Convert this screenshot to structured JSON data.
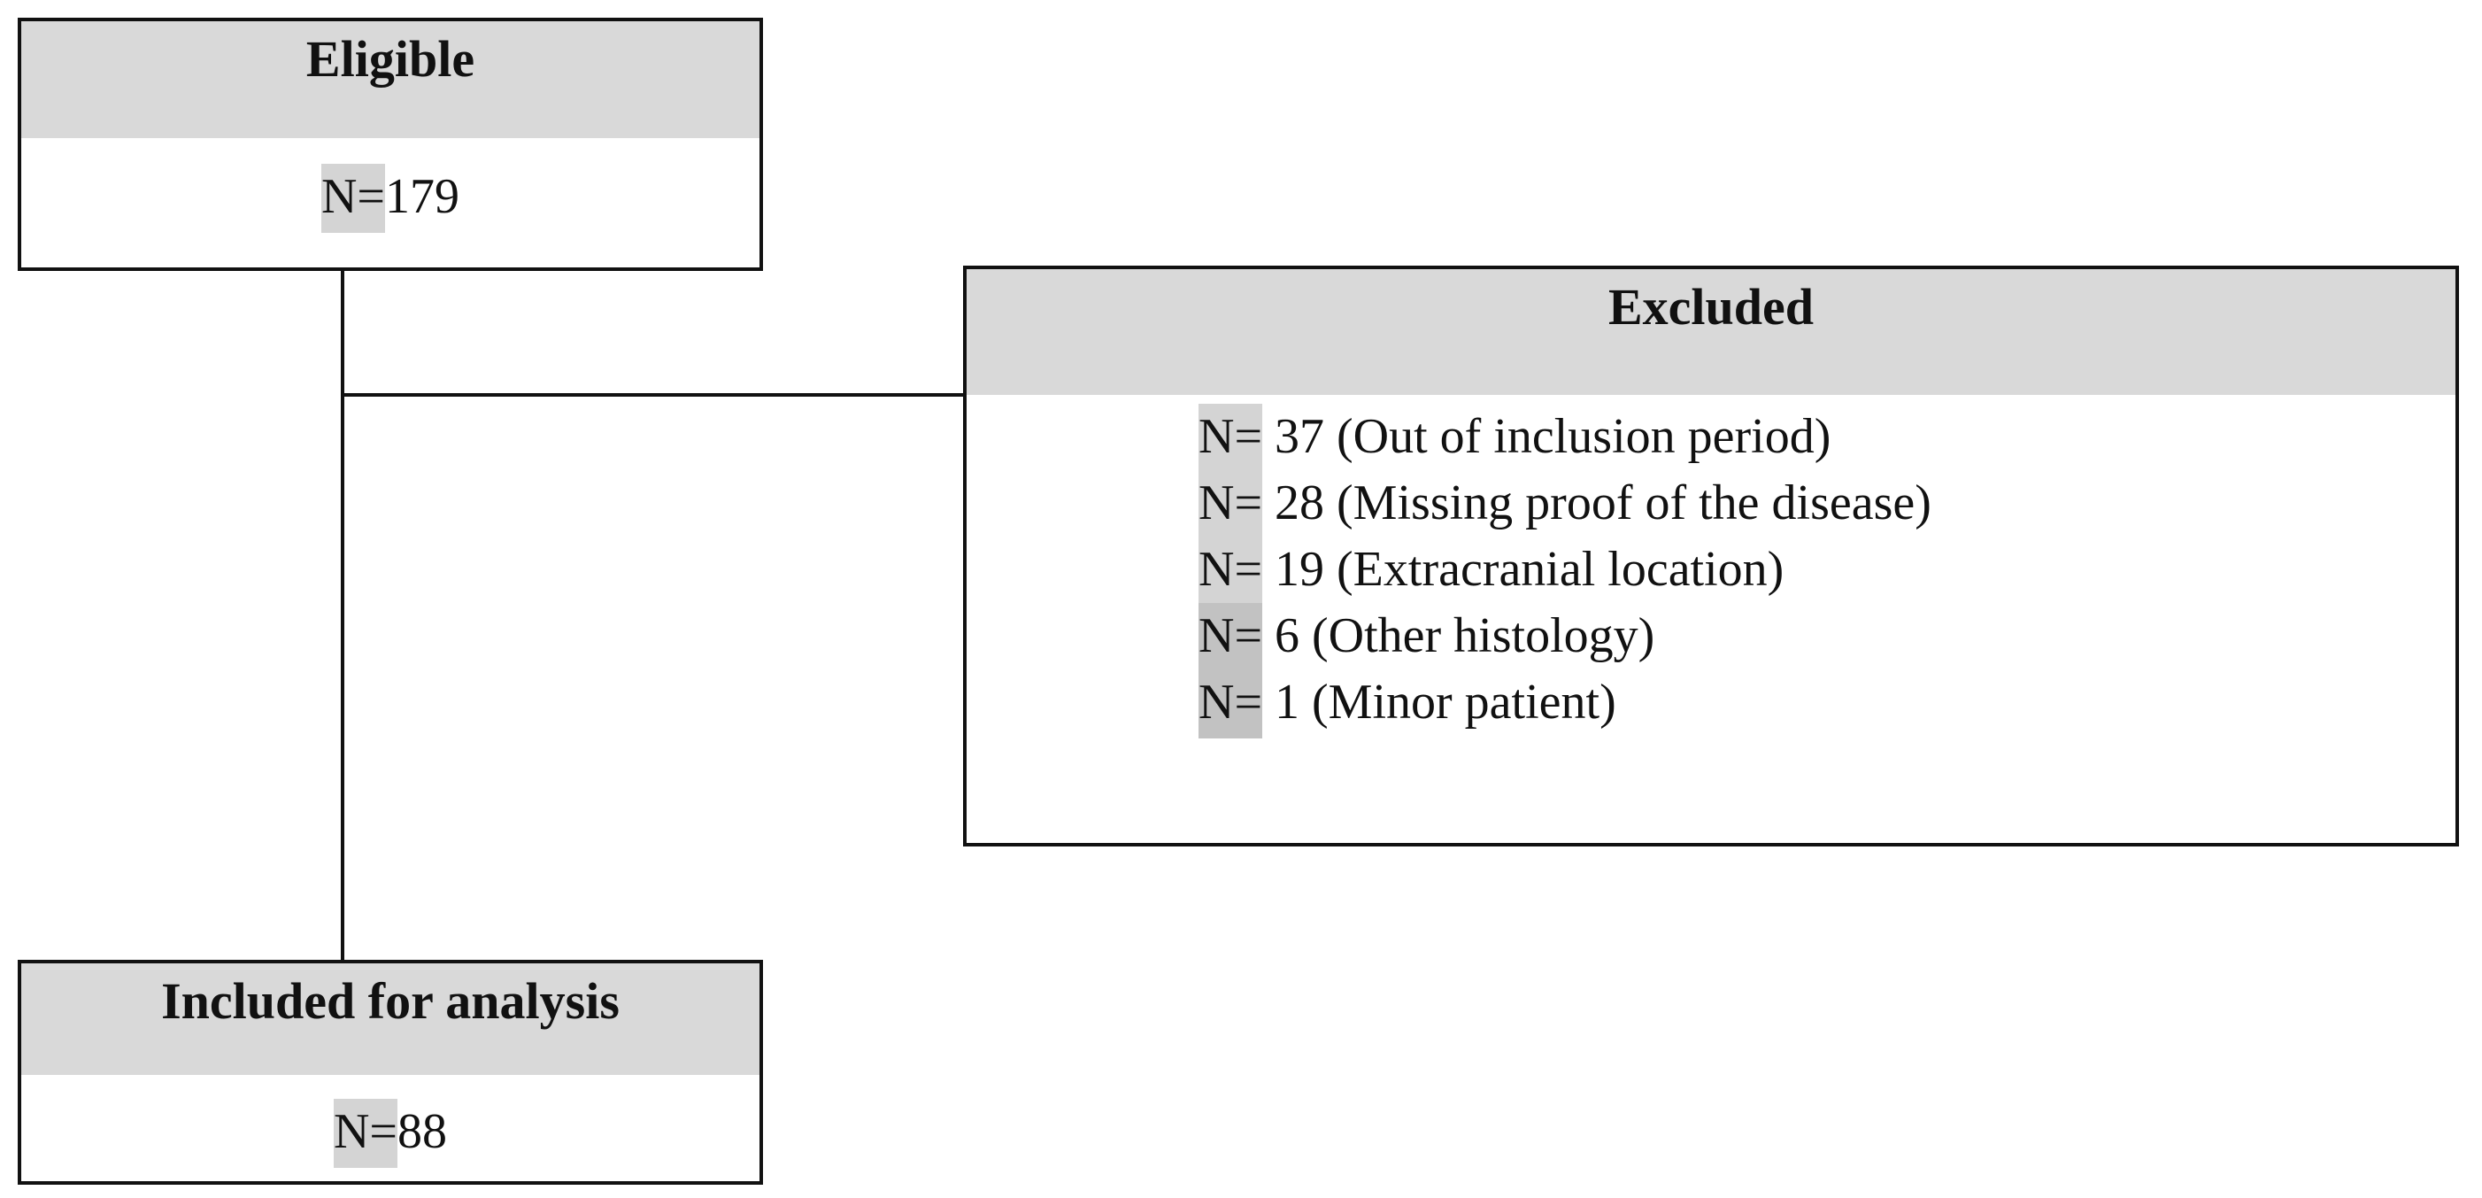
{
  "eligible": {
    "title": "Eligible",
    "n_label": "N=",
    "n_value": "179"
  },
  "excluded": {
    "title": "Excluded",
    "items": [
      {
        "n_label": "N=",
        "text": " 37 (Out of inclusion period)"
      },
      {
        "n_label": "N=",
        "text": " 28 (Missing proof of the disease)"
      },
      {
        "n_label": "N=",
        "text": " 19 (Extracranial location)"
      },
      {
        "n_label": "N=",
        "text": " 6 (Other histology)"
      },
      {
        "n_label": "N=",
        "text": " 1 (Minor patient)"
      }
    ]
  },
  "included": {
    "title": "Included for analysis",
    "n_label": "N=",
    "n_value": "88"
  },
  "colors": {
    "header_fill": "#d9d9d9",
    "n_highlight": "#d4d4d4",
    "n_highlight_dark": "#c2c2c2",
    "border": "#111111"
  }
}
